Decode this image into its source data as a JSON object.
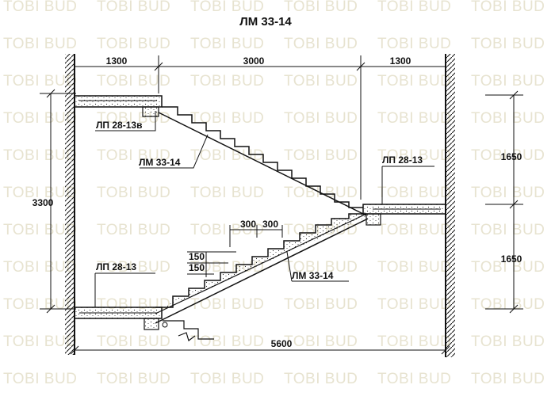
{
  "title": "ЛМ 33-14",
  "watermark": "TOBI BUD",
  "dimensions": {
    "top_left": "1300",
    "top_middle": "3000",
    "top_right": "1300",
    "height_total": "3300",
    "height_upper": "1650",
    "height_lower": "1650",
    "bottom_length": "5600",
    "step_width_a": "300",
    "step_width_b": "300",
    "step_height_a": "150",
    "step_height_b": "150"
  },
  "labels": {
    "landing_top_left": "ЛП 28-13в",
    "flight_upper": "ЛМ 33-14",
    "landing_middle": "ЛП 28-13",
    "landing_bottom_left": "ЛП 28-13",
    "flight_lower": "ЛМ 33-14"
  },
  "colors": {
    "line": "#111111",
    "watermark": "#e7e3d0",
    "background": "#ffffff"
  }
}
